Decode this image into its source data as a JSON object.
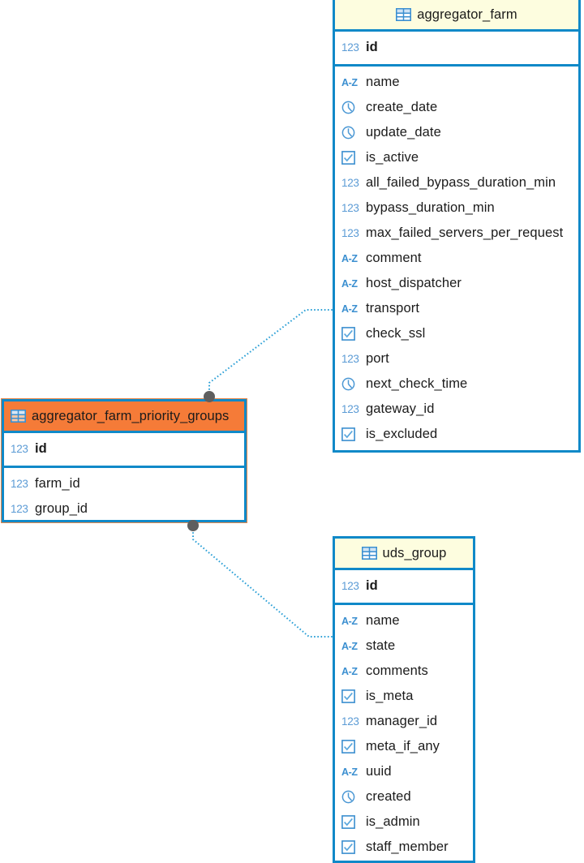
{
  "diagram": {
    "kind": "er-diagram",
    "colors": {
      "entity_border": "#1089c8",
      "header_default_bg": "#fdfddf",
      "header_selected_bg": "#f57b38",
      "link_line": "#2a9fd6",
      "endpoint_dot": "#5e5e5e",
      "icon_blue": "#3b8fd0",
      "text": "#1b1b1b"
    },
    "entities": [
      {
        "id": "aggregator_farm",
        "name": "aggregator_farm",
        "icon": "table-icon",
        "selected": false,
        "primary_keys": [
          {
            "name": "id",
            "type_icon": "123",
            "type": "number"
          }
        ],
        "columns": [
          {
            "name": "name",
            "type_icon": "A-Z",
            "type": "string"
          },
          {
            "name": "create_date",
            "type_icon": "clock",
            "type": "datetime"
          },
          {
            "name": "update_date",
            "type_icon": "clock",
            "type": "datetime"
          },
          {
            "name": "is_active",
            "type_icon": "checkbox",
            "type": "boolean"
          },
          {
            "name": "all_failed_bypass_duration_min",
            "type_icon": "123",
            "type": "number"
          },
          {
            "name": "bypass_duration_min",
            "type_icon": "123",
            "type": "number"
          },
          {
            "name": "max_failed_servers_per_request",
            "type_icon": "123",
            "type": "number"
          },
          {
            "name": "comment",
            "type_icon": "A-Z",
            "type": "string"
          },
          {
            "name": "host_dispatcher",
            "type_icon": "A-Z",
            "type": "string"
          },
          {
            "name": "transport",
            "type_icon": "A-Z",
            "type": "string"
          },
          {
            "name": "check_ssl",
            "type_icon": "checkbox",
            "type": "boolean"
          },
          {
            "name": "port",
            "type_icon": "123",
            "type": "number"
          },
          {
            "name": "next_check_time",
            "type_icon": "clock",
            "type": "datetime"
          },
          {
            "name": "gateway_id",
            "type_icon": "123",
            "type": "number"
          },
          {
            "name": "is_excluded",
            "type_icon": "checkbox",
            "type": "boolean"
          }
        ]
      },
      {
        "id": "aggregator_farm_priority_groups",
        "name": "aggregator_farm_priority_groups",
        "icon": "table-icon",
        "selected": true,
        "primary_keys": [
          {
            "name": "id",
            "type_icon": "123",
            "type": "number"
          }
        ],
        "columns": [
          {
            "name": "farm_id",
            "type_icon": "123",
            "type": "number"
          },
          {
            "name": "group_id",
            "type_icon": "123",
            "type": "number"
          }
        ]
      },
      {
        "id": "uds_group",
        "name": "uds_group",
        "icon": "table-icon",
        "selected": false,
        "primary_keys": [
          {
            "name": "id",
            "type_icon": "123",
            "type": "number"
          }
        ],
        "columns": [
          {
            "name": "name",
            "type_icon": "A-Z",
            "type": "string"
          },
          {
            "name": "state",
            "type_icon": "A-Z",
            "type": "string"
          },
          {
            "name": "comments",
            "type_icon": "A-Z",
            "type": "string"
          },
          {
            "name": "is_meta",
            "type_icon": "checkbox",
            "type": "boolean"
          },
          {
            "name": "manager_id",
            "type_icon": "123",
            "type": "number"
          },
          {
            "name": "meta_if_any",
            "type_icon": "checkbox",
            "type": "boolean"
          },
          {
            "name": "uuid",
            "type_icon": "A-Z",
            "type": "string"
          },
          {
            "name": "created",
            "type_icon": "clock",
            "type": "datetime"
          },
          {
            "name": "is_admin",
            "type_icon": "checkbox",
            "type": "boolean"
          },
          {
            "name": "staff_member",
            "type_icon": "checkbox",
            "type": "boolean"
          }
        ]
      }
    ],
    "relationships": [
      {
        "id": "rel-farm",
        "from": "aggregator_farm_priority_groups",
        "to": "aggregator_farm",
        "style": "dotted"
      },
      {
        "id": "rel-group",
        "from": "aggregator_farm_priority_groups",
        "to": "uds_group",
        "style": "dotted"
      }
    ]
  }
}
